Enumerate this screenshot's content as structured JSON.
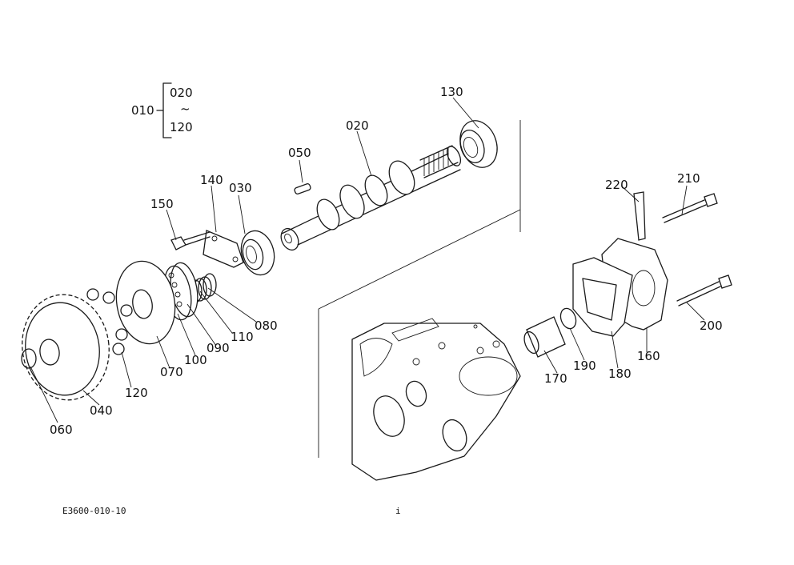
{
  "drawing_code": "E3600-010-10",
  "page_mark": "i",
  "group": {
    "main": "010",
    "top": "020",
    "tilde": "~",
    "bottom": "120"
  },
  "parts": [
    {
      "id": "p130",
      "label": "130"
    },
    {
      "id": "p020",
      "label": "020"
    },
    {
      "id": "p050",
      "label": "050"
    },
    {
      "id": "p140",
      "label": "140"
    },
    {
      "id": "p030",
      "label": "030"
    },
    {
      "id": "p150",
      "label": "150"
    },
    {
      "id": "p080",
      "label": "080"
    },
    {
      "id": "p110",
      "label": "110"
    },
    {
      "id": "p090",
      "label": "090"
    },
    {
      "id": "p100",
      "label": "100"
    },
    {
      "id": "p070",
      "label": "070"
    },
    {
      "id": "p120",
      "label": "120"
    },
    {
      "id": "p040",
      "label": "040"
    },
    {
      "id": "p060",
      "label": "060"
    },
    {
      "id": "p220",
      "label": "220"
    },
    {
      "id": "p210",
      "label": "210"
    },
    {
      "id": "p200",
      "label": "200"
    },
    {
      "id": "p160",
      "label": "160"
    },
    {
      "id": "p180",
      "label": "180"
    },
    {
      "id": "p190",
      "label": "190"
    },
    {
      "id": "p170",
      "label": "170"
    }
  ]
}
